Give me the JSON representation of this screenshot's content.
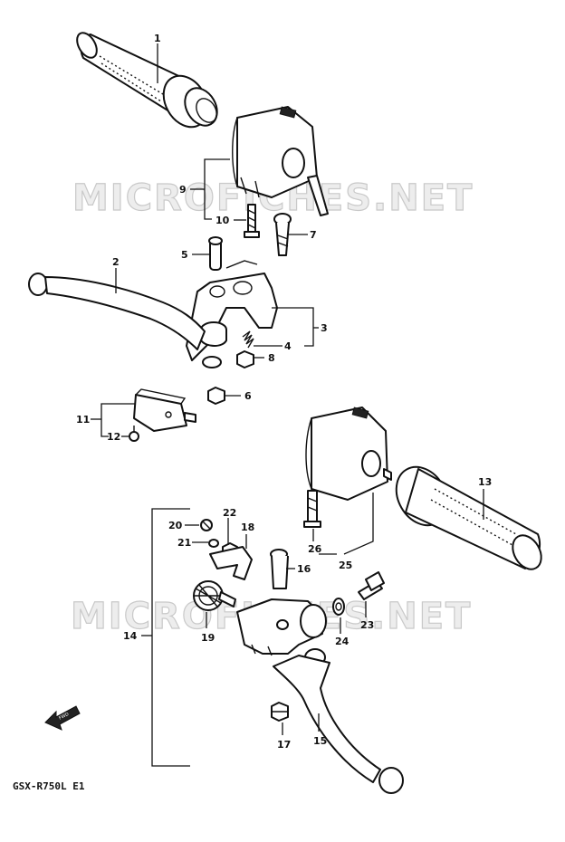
{
  "watermarks": [
    "MICROFICHES.NET",
    "MICROFICHES.NET"
  ],
  "caption": "GSX-R750L  E1",
  "arrow_label": "FWD",
  "callouts": [
    {
      "id": "1",
      "text": "1"
    },
    {
      "id": "2",
      "text": "2"
    },
    {
      "id": "3",
      "text": "3"
    },
    {
      "id": "4",
      "text": "4"
    },
    {
      "id": "5",
      "text": "5"
    },
    {
      "id": "6",
      "text": "6"
    },
    {
      "id": "7",
      "text": "7"
    },
    {
      "id": "8",
      "text": "8"
    },
    {
      "id": "9",
      "text": "9"
    },
    {
      "id": "10",
      "text": "10"
    },
    {
      "id": "11",
      "text": "11"
    },
    {
      "id": "12",
      "text": "12"
    },
    {
      "id": "13",
      "text": "13"
    },
    {
      "id": "14",
      "text": "14"
    },
    {
      "id": "15",
      "text": "15"
    },
    {
      "id": "16",
      "text": "16"
    },
    {
      "id": "17",
      "text": "17"
    },
    {
      "id": "18",
      "text": "18"
    },
    {
      "id": "19",
      "text": "19"
    },
    {
      "id": "20",
      "text": "20"
    },
    {
      "id": "21",
      "text": "21"
    },
    {
      "id": "22",
      "text": "22"
    },
    {
      "id": "23",
      "text": "23"
    },
    {
      "id": "24",
      "text": "24"
    },
    {
      "id": "25",
      "text": "25"
    },
    {
      "id": "26",
      "text": "26"
    }
  ]
}
